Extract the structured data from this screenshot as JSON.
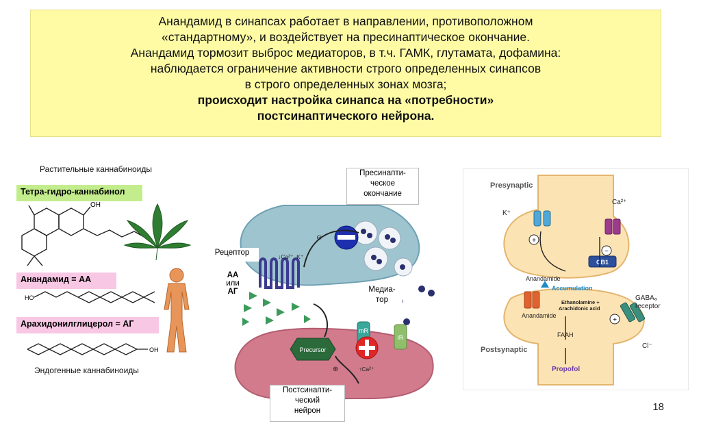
{
  "headline": {
    "line1": "Анандамид в синапсах работает в направлении, противоположном",
    "line2": "«стандартному», и воздействует на пресинаптическое окончание.",
    "line3": "Анандамид тормозит выброс медиаторов, в т.ч. ГАМК, глутамата, дофамина:",
    "line4": "наблюдается ограничение активности строго определенных  синапсов",
    "line5": "в строго определенных зонах мозга;",
    "line6": "происходит настройка синапса на «потребности»",
    "line7": "постсинаптического нейрона."
  },
  "left": {
    "plant_title": "Растительные каннабиноиды",
    "thc": "Тетра-гидро-каннабинол",
    "oh": "OH",
    "anandamide": "Анандамид = АА",
    "ag": "Арахидонилглицерол = АГ",
    "endogenous": "Эндогенные каннабиноиды"
  },
  "middle": {
    "presynaptic": [
      "Пресинапти-",
      "ческое",
      "окончание"
    ],
    "receptor": "Рецептор",
    "aa_ag": [
      "АА",
      "или",
      "АГ"
    ],
    "mediator": [
      "Медиа-",
      "тор"
    ],
    "postsynaptic": [
      "Постсинапти-",
      "ческий",
      "нейрон"
    ],
    "ca_k": "↓Ca²⁺, K⁺",
    "ca_up": "↑Ca²⁺",
    "precursor": "Precursor",
    "mr": "mR",
    "ir": "iR",
    "minus": "⊖",
    "plus": "⊕"
  },
  "right": {
    "presynaptic": "Presynaptic",
    "postsynaptic": "Postsynaptic",
    "k": "K⁺",
    "ca": "Ca²⁺",
    "cb1": "CB1",
    "anandamide_top": "Anandamide",
    "accumulation": "Accumulation",
    "anandamide_bottom": "Anandamide",
    "ethanolamine": "Ethanolamine +",
    "arachidonic": "Arachidonic acid",
    "faah": "FAAH",
    "propofol": "Propofol",
    "gaba": "GABAₐ",
    "receptor": "receptor",
    "cl": "Cl⁻",
    "plus": "+",
    "minus": "−"
  },
  "page_number": "18"
}
